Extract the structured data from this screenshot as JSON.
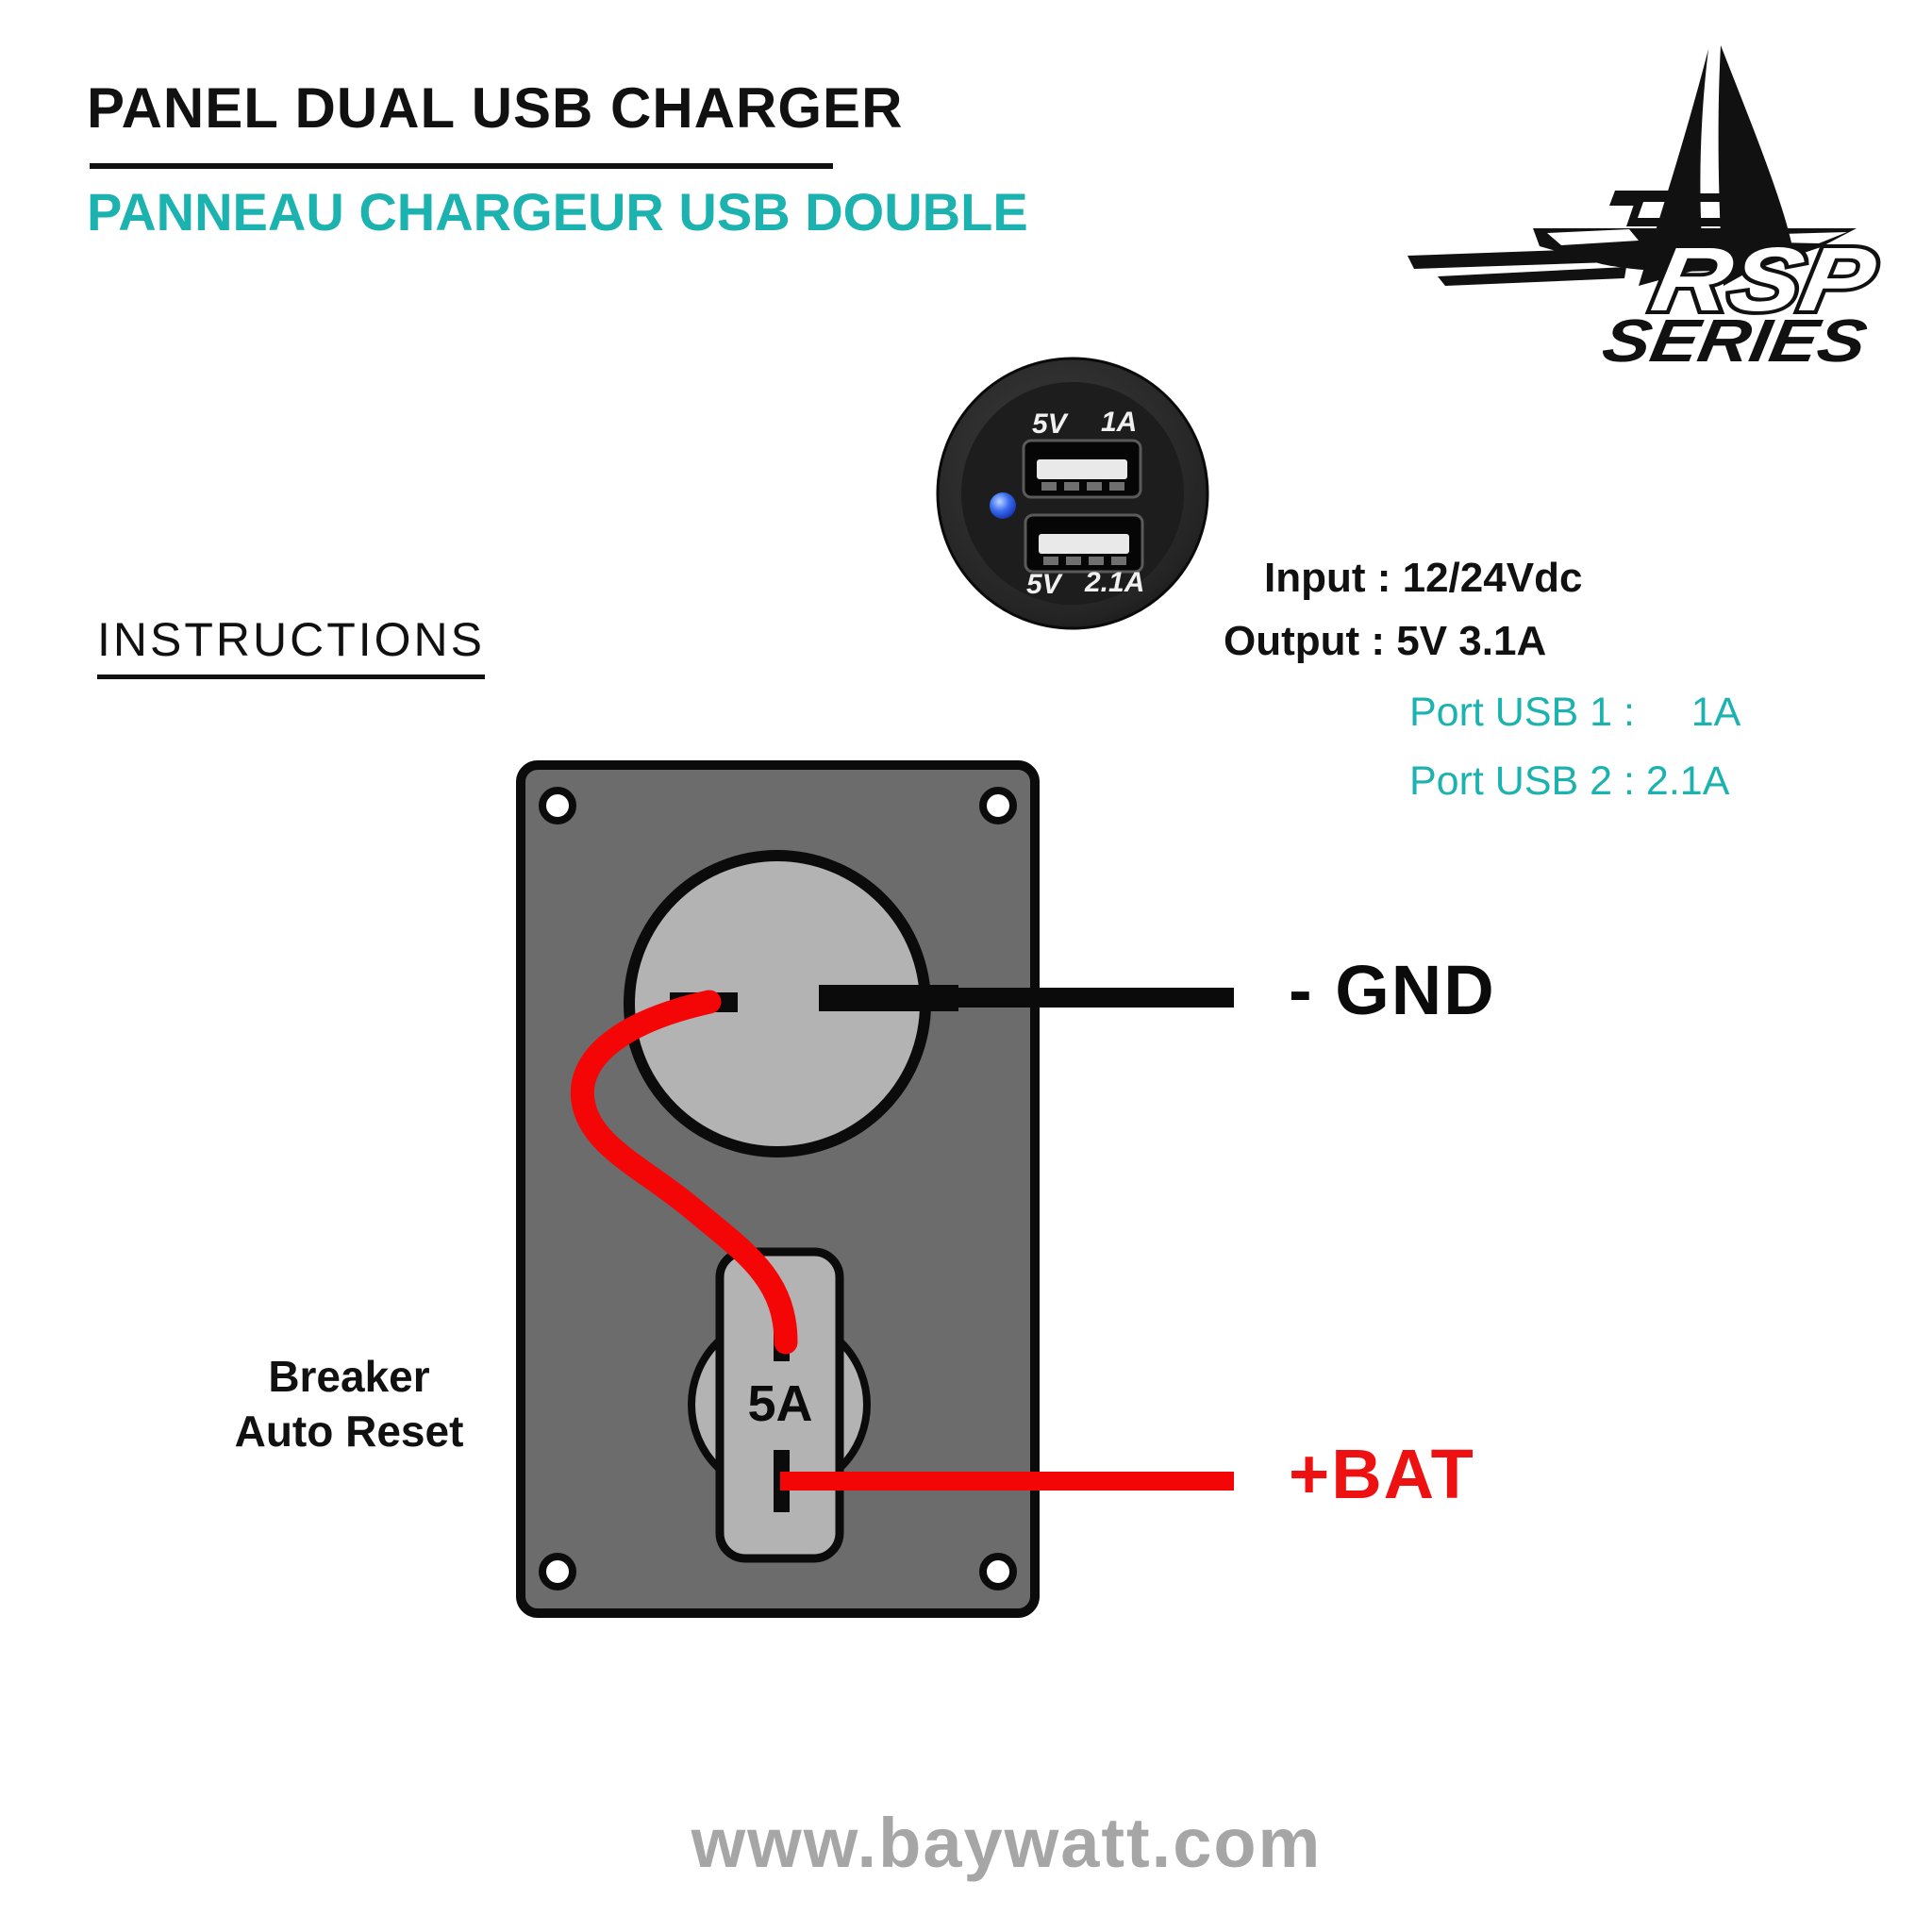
{
  "header": {
    "title": "PANEL DUAL USB CHARGER",
    "subtitle": "PANNEAU CHARGEUR USB DOUBLE",
    "subtitle_color": "#1cb2af"
  },
  "logo": {
    "brand": "RSP",
    "series": "SERIES"
  },
  "socket": {
    "top_port": {
      "voltage": "5V",
      "current": "1A"
    },
    "bottom_port": {
      "voltage": "5V",
      "current": "2.1A"
    },
    "led_color": "#2255ee"
  },
  "specs": {
    "input": "Input : 12/24Vdc",
    "output": "Output : 5V 3.1A",
    "port1": "Port USB 1 :     1A",
    "port2": "Port USB 2 : 2.1A",
    "accent_color": "#1cb2af"
  },
  "instructions": {
    "heading": "INSTRUCTIONS"
  },
  "diagram": {
    "gnd_label": "- GND",
    "bat_label": "+BAT",
    "breaker_label_line1": "Breaker",
    "breaker_label_line2": "Auto Reset",
    "breaker_rating": "5A",
    "panel_color": "#6c6c6c",
    "cutout_color": "#b3b3b3",
    "wire_negative_color": "#0b0b0b",
    "wire_positive_color": "#f40606"
  },
  "footer": {
    "website": "www.baywatt.com"
  }
}
